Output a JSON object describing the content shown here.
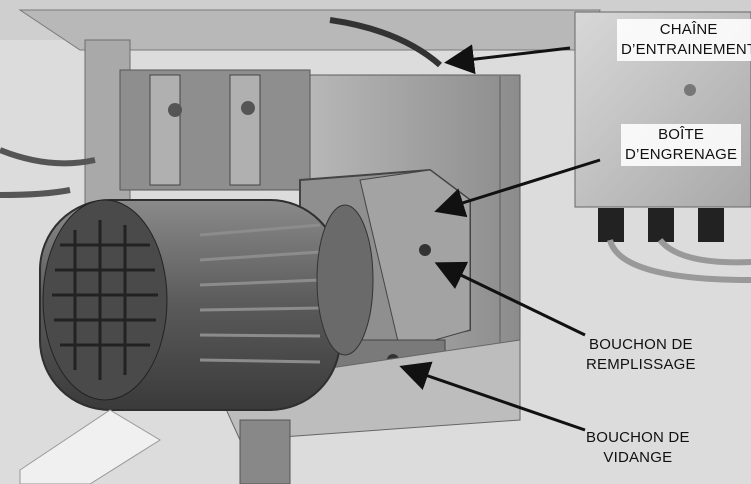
{
  "labels": {
    "drive_chain": {
      "line1": "CHAÎNE",
      "line2": "D’ENTRAINEMENT"
    },
    "gearbox": {
      "line1": "BOÎTE",
      "line2": "D’ENGRENAGE"
    },
    "fill_plug": {
      "line1": "BOUCHON DE",
      "line2": "REMPLISSAGE"
    },
    "drain_plug": {
      "line1": "BOUCHON DE",
      "line2": "VIDANGE"
    }
  },
  "colors": {
    "steel_light": "#c9c9c9",
    "steel_mid": "#9a9a9a",
    "steel_dark": "#4a4a4a",
    "motor": "#6e6e6e",
    "arrow": "#111111"
  }
}
